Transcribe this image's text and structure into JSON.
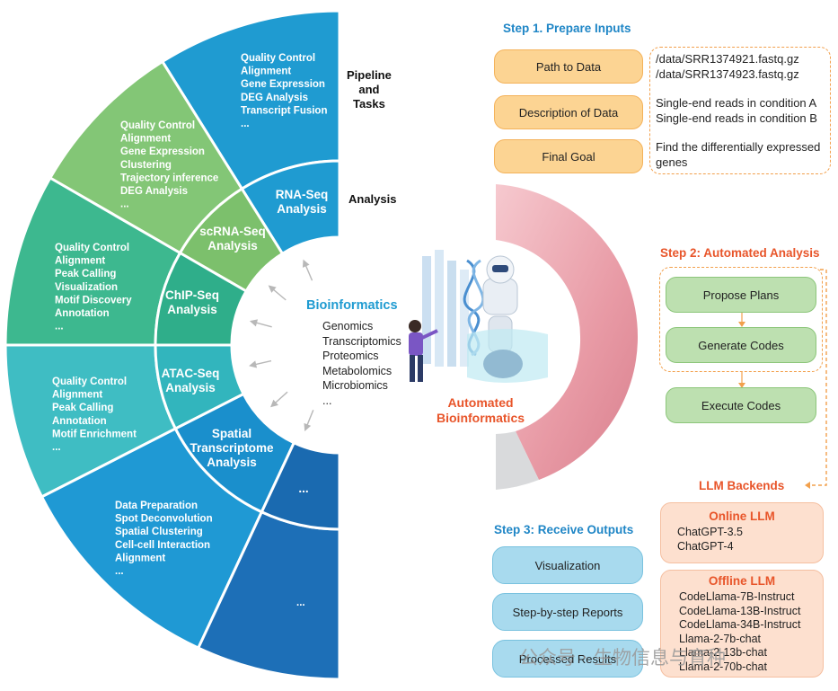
{
  "wheel": {
    "outer_sectors": [
      {
        "key": "rna",
        "items": [
          "Quality Control",
          "Alignment",
          "Gene Expression",
          "DEG Analysis",
          "Transcript Fusion",
          "..."
        ],
        "color": "#1f9bd1"
      },
      {
        "key": "scrna",
        "items": [
          "Quality Control",
          "Alignment",
          "Gene Expression",
          "Clustering",
          "Trajectory inference",
          "DEG Analysis",
          "..."
        ],
        "color": "#83c676"
      },
      {
        "key": "chip",
        "items": [
          "Quality Control",
          "Alignment",
          "Peak Calling",
          "Visualization",
          "Motif Discovery",
          "Annotation",
          "..."
        ],
        "color": "#3db88f"
      },
      {
        "key": "atac",
        "items": [
          "Quality Control",
          "Alignment",
          "Peak Calling",
          "Annotation",
          "Motif Enrichment",
          "..."
        ],
        "color": "#3fbdc3"
      },
      {
        "key": "spatial",
        "items": [
          "Data Preparation",
          "Spot Deconvolution",
          "Spatial Clustering",
          "Cell-cell Interaction",
          "Alignment",
          "..."
        ],
        "color": "#1f99d4"
      },
      {
        "key": "extra",
        "items": [
          "..."
        ],
        "color": "#1d6fb7"
      }
    ],
    "inner_sectors": [
      {
        "key": "rna",
        "label_lines": [
          "RNA-Seq",
          "Analysis"
        ],
        "color": "#1f9bd1"
      },
      {
        "key": "scrna",
        "label_lines": [
          "scRNA-Seq",
          "Analysis"
        ],
        "color": "#7cc06c"
      },
      {
        "key": "chip",
        "label_lines": [
          "ChIP-Seq",
          "Analysis"
        ],
        "color": "#2fae8a"
      },
      {
        "key": "atac",
        "label_lines": [
          "ATAC-Seq",
          "Analysis"
        ],
        "color": "#32b5bd"
      },
      {
        "key": "spatial",
        "label_lines": [
          "Spatial",
          "Transcriptome",
          "Analysis"
        ],
        "color": "#1a8fcc"
      },
      {
        "key": "extra",
        "label_lines": [
          "..."
        ],
        "color": "#1a6ab0"
      }
    ],
    "center": {
      "title": "Bioinformatics",
      "items": [
        "Genomics",
        "Transcriptomics",
        "Proteomics",
        "Metabolomics",
        "Microbiomics",
        "..."
      ]
    },
    "ring_labels": {
      "pipeline": [
        "Pipeline",
        "and",
        "Tasks"
      ],
      "analysis": "Analysis"
    }
  },
  "middle": {
    "title_lines": [
      "Automated",
      "Bioinformatics"
    ],
    "accent_color": "#e8552a"
  },
  "step1": {
    "title": "Step 1. Prepare Inputs",
    "inputs": [
      {
        "label": "Path to Data",
        "value_lines": [
          "/data/SRR1374921.fastq.gz",
          "/data/SRR1374923.fastq.gz"
        ]
      },
      {
        "label": "Description of Data",
        "value_lines": [
          "Single-end reads in condition A",
          "Single-end reads in condition B"
        ]
      },
      {
        "label": "Final Goal",
        "value_lines": [
          "Find the differentially expressed",
          "genes"
        ]
      }
    ]
  },
  "step2": {
    "title": "Step 2: Automated Analysis",
    "actions": [
      "Propose Plans",
      "Generate Codes",
      "Execute Codes"
    ]
  },
  "backends": {
    "title": "LLM Backends",
    "online": {
      "title": "Online LLM",
      "models": [
        "ChatGPT-3.5",
        "ChatGPT-4"
      ]
    },
    "offline": {
      "title": "Offline LLM",
      "models": [
        "CodeLlama-7B-Instruct",
        "CodeLlama-13B-Instruct",
        "CodeLlama-34B-Instruct",
        "Llama-2-7b-chat",
        "Llama-2-13b-chat",
        "Llama-2-70b-chat"
      ]
    }
  },
  "step3": {
    "title": "Step 3: Receive Outputs",
    "outputs": [
      "Visualization",
      "Step-by-step Reports",
      "Processed Results"
    ]
  },
  "watermark": "公众号 · 生物信息与育种"
}
